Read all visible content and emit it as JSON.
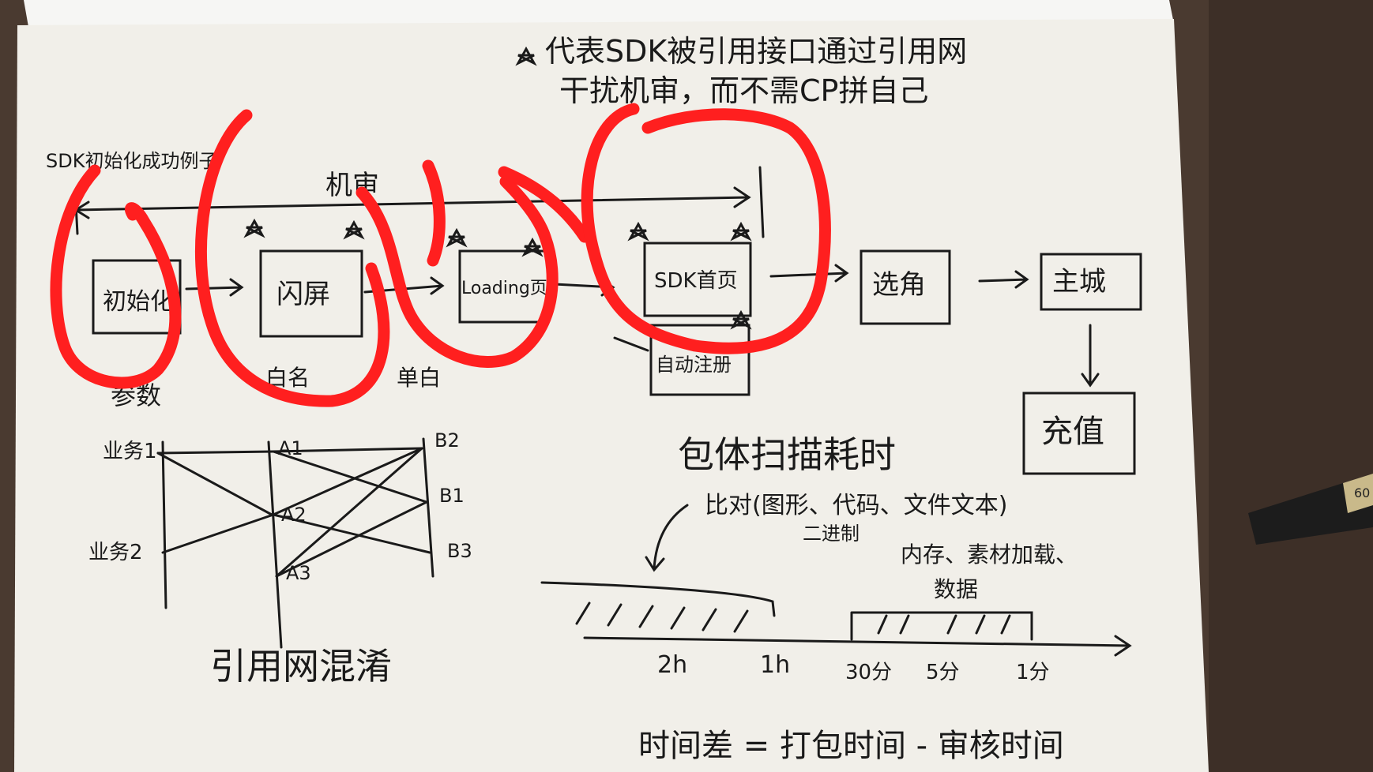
{
  "note": {
    "legend_line1": "代表SDK被引用接口通过引用网",
    "legend_line2": "干扰机审，而不需CP拼自己",
    "top_left_label": "SDK初始化成功例子",
    "span_label": "机审",
    "flow_steps": [
      "初始化",
      "闪屏",
      "Loading页",
      "SDK首页",
      "选角",
      "主城",
      "充值"
    ],
    "sub_step": "自动注册",
    "under_labels": [
      "参数",
      "白名",
      "单白"
    ],
    "graph": {
      "left_nodes": [
        "业务1",
        "业务2"
      ],
      "a_nodes": [
        "A1",
        "A2",
        "A3"
      ],
      "b_nodes": [
        "B2",
        "B1",
        "B3"
      ],
      "caption": "引用网混淆"
    },
    "scan": {
      "title": "包体扫描耗时",
      "line2": "比对(图形、代码、文件文本)",
      "line3": "二进制",
      "right_note1": "内存、素材加载、",
      "right_note2": "数据"
    },
    "timeline": {
      "ticks": [
        "2h",
        "1h",
        "30分",
        "5分",
        "1分"
      ]
    },
    "formula": "时间差 = 打包时间 - 审核时间"
  },
  "colors": {
    "paper": "#f1efe9",
    "ink": "#1a1a1a",
    "red_marker": "#ff1f1f",
    "desk": "#4a3a30"
  }
}
